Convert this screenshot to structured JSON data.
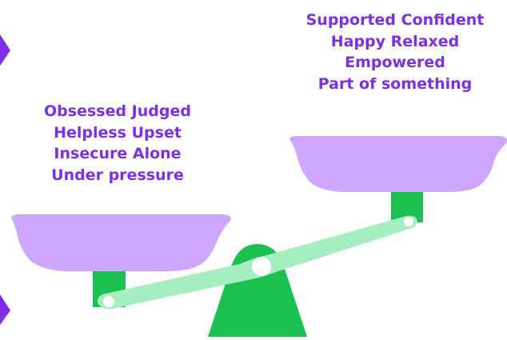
{
  "colors": {
    "text": "#7d2ee6",
    "pan": "#cfa6ff",
    "pan_rim": "#c89af9",
    "base": "#1ac150",
    "beam": "#a4eec0",
    "arrow": "#7d2ee6"
  },
  "left_pan": {
    "lines": [
      "Obsessed Judged",
      "Helpless Upset",
      "Insecure Alone",
      "Under pressure"
    ]
  },
  "right_pan": {
    "lines": [
      "Supported Confident",
      "Happy Relaxed",
      "Empowered",
      "Part of something"
    ]
  }
}
